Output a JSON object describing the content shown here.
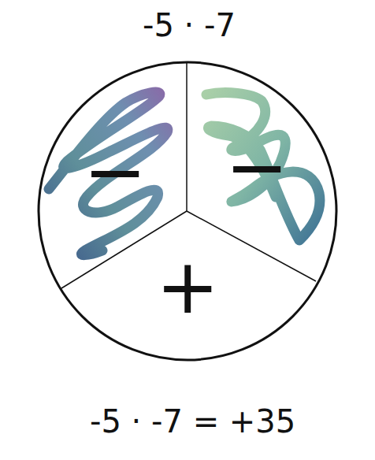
{
  "diagram": {
    "title": "-5 · -7",
    "caption": "-5 · -7 = +35",
    "nodes": [
      {
        "text": [
          "−"
        ]
      },
      {
        "text": [
          "−"
        ]
      },
      {
        "text": [
          "+"
        ]
      }
    ]
  }
}
